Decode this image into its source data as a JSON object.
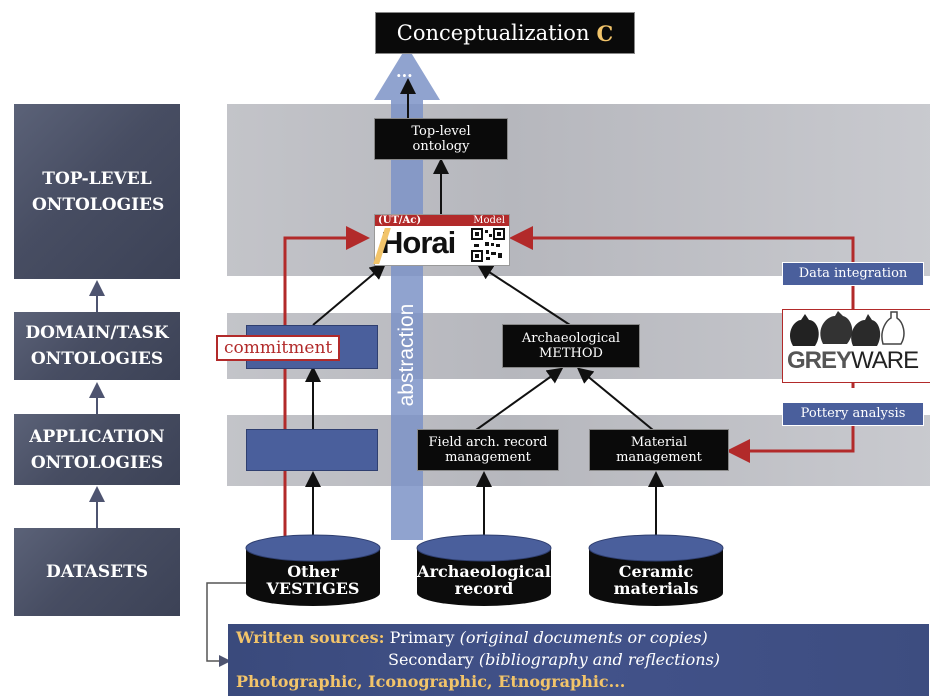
{
  "conceptualization": {
    "text": "Conceptualization",
    "letter": "C"
  },
  "side_labels": {
    "top_level": "TOP-LEVEL ONTOLOGIES",
    "domain_task": "DOMAIN/TASK ONTOLOGIES",
    "application": "APPLICATION ONTOLOGIES",
    "datasets": "DATASETS"
  },
  "top_level_box": "Top-level ontology",
  "ellipsis": "...",
  "horai": {
    "tag_left": "(UT/Ac)",
    "tag_right": "Model",
    "logo": "Horai"
  },
  "archaeological_method": "Archaeological METHOD",
  "field_record": "Field arch. record management",
  "material_management": "Material management",
  "commitment": "commitment",
  "abstraction": "abstraction",
  "data_integration": "Data integration",
  "pottery_analysis": "Pottery analysis",
  "greyware": {
    "left": "GREY",
    "right": "WARE"
  },
  "cylinders": {
    "other": "Other VESTIGES",
    "record": "Archaeological record",
    "ceramic": "Ceramic materials"
  },
  "sources": {
    "written_label": "Written sources:",
    "primary": "Primary",
    "primary_note": "(original documents or copies)",
    "secondary": "Secondary",
    "secondary_note": "(bibliography and reflections)",
    "photo": "Photographic, Iconographic, Etnographic..."
  },
  "colors": {
    "red": "#b22a2a",
    "blue": "#4a5f9c",
    "gold": "#f2c46a"
  }
}
